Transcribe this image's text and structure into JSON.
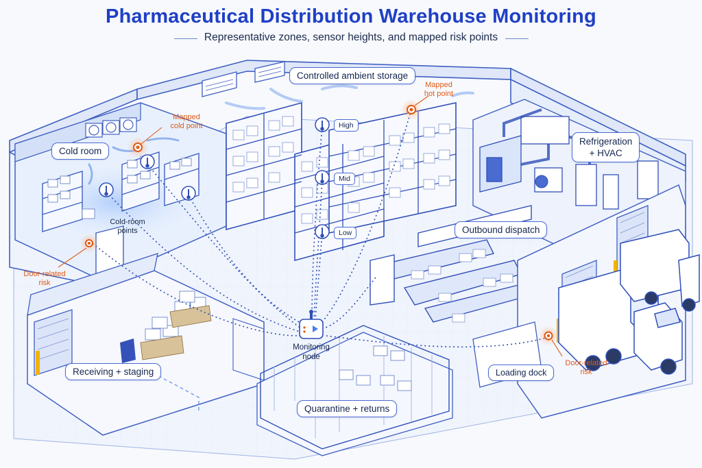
{
  "header": {
    "title": "Pharmaceutical Distribution Warehouse Monitoring",
    "subtitle": "Representative zones, sensor heights, and mapped risk points"
  },
  "zones": {
    "cold_room": "Cold room",
    "ambient": "Controlled ambient storage",
    "refrigeration_line1": "Refrigeration",
    "refrigeration_line2": "+ HVAC",
    "outbound": "Outbound dispatch",
    "receiving": "Receiving + staging",
    "quarantine": "Quarantine + returns",
    "loading_dock": "Loading dock"
  },
  "sensor_heights": {
    "high": "High",
    "mid": "Mid",
    "low": "Low"
  },
  "annotations": {
    "cold_point_line1": "Mapped",
    "cold_point_line2": "cold point",
    "hot_point_line1": "Mapped",
    "hot_point_line2": "hot point",
    "cold_room_points_line1": "Cold-room",
    "cold_room_points_line2": "points",
    "door_risk_left_line1": "Door-related",
    "door_risk_left_line2": "risk",
    "door_risk_right_line1": "Door-related",
    "door_risk_right_line2": "risk",
    "monitoring_node_line1": "Monitoring",
    "monitoring_node_line2": "node"
  },
  "colors": {
    "accent": "#1f3fc4",
    "risk": "#e05a14",
    "line": "#3552b8",
    "cold_glow": "#bcd6fb"
  }
}
